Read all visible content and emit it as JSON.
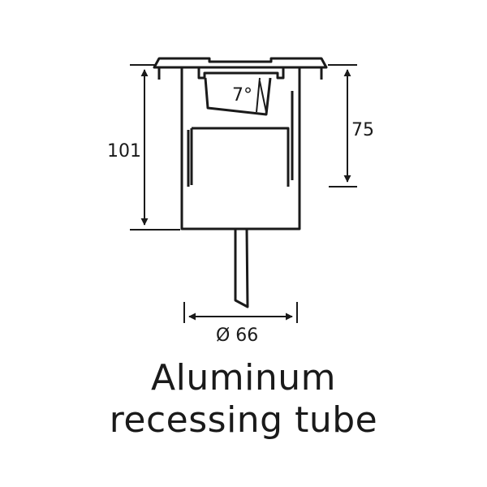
{
  "dimensions": {
    "height_total": "101",
    "height_inner": "75",
    "diameter": "Ø 66",
    "angle": "7°"
  },
  "caption": {
    "line1": "Aluminum",
    "line2": "recessing tube"
  },
  "colors": {
    "line": "#1a1a1a",
    "background": "#ffffff"
  }
}
